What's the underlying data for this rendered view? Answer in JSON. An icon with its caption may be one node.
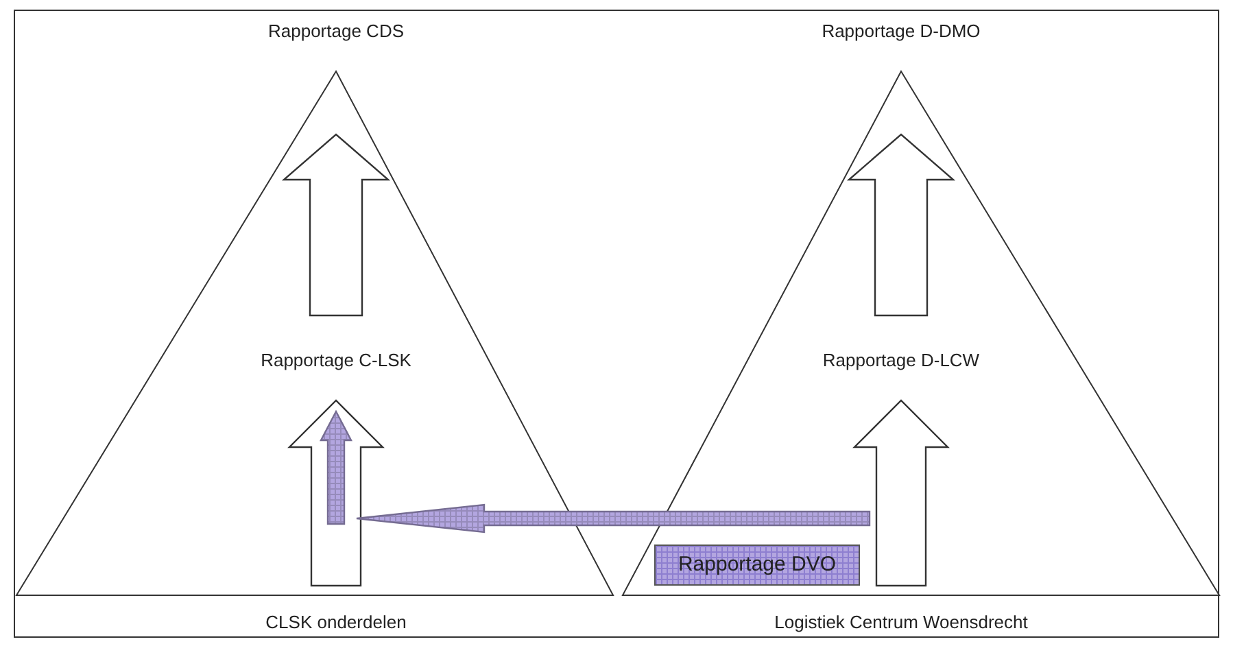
{
  "diagram": {
    "nodes": [
      {
        "text": [],
        "shape": "triangle"
      },
      {
        "text": [],
        "shape": "triangle"
      },
      {
        "text": [
          "Rapportage CDS"
        ]
      },
      {
        "text": [
          "Rapportage D-DMO"
        ]
      },
      {
        "text": [
          "Rapportage C-LSK"
        ],
        "in": 0
      },
      {
        "text": [
          "Rapportage D-LCW"
        ],
        "in": 1
      },
      {
        "text": [
          "Rapportage DVO"
        ],
        "in": 1
      },
      {
        "text": [
          "CLSK onderdelen"
        ]
      },
      {
        "text": [
          "Logistiek Centrum Woensdrecht"
        ]
      }
    ],
    "edges": [
      {
        "from": 7,
        "to": 4,
        "arrow": "to",
        "style": "thick"
      },
      {
        "from": 4,
        "to": 2,
        "arrow": "to",
        "style": "thick"
      },
      {
        "from": 8,
        "to": 5,
        "arrow": "to",
        "style": "thick"
      },
      {
        "from": 5,
        "to": 3,
        "arrow": "to",
        "style": "thick"
      },
      {
        "from": 6,
        "to": null,
        "arrow": "to",
        "style": "thick",
        "color": "#b3a6e0"
      },
      {
        "from": null,
        "to": 4,
        "arrow": "to",
        "style": "thick",
        "color": "#b3a6e0"
      }
    ]
  }
}
